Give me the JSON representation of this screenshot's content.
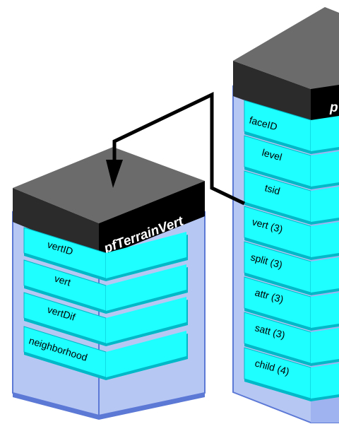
{
  "colors": {
    "outer_fill": "#b7c7f4",
    "outer_shadow": "#5d79d6",
    "lid_top": "#6b6b6b",
    "lid_front": "#2b2b2b",
    "slot_fill": "#1effff",
    "slot_shadow": "#00b9c8",
    "arrow": "#000000"
  },
  "left_block": {
    "title": "pfTerrainVert",
    "fields": [
      "vertID",
      "vert",
      "vertDif",
      "neighborhood"
    ]
  },
  "right_block": {
    "title": "p",
    "fields": [
      "faceID",
      "level",
      "tsid",
      "vert (3)",
      "split (3)",
      "attr (3)",
      "satt (3)",
      "child (4)"
    ]
  }
}
